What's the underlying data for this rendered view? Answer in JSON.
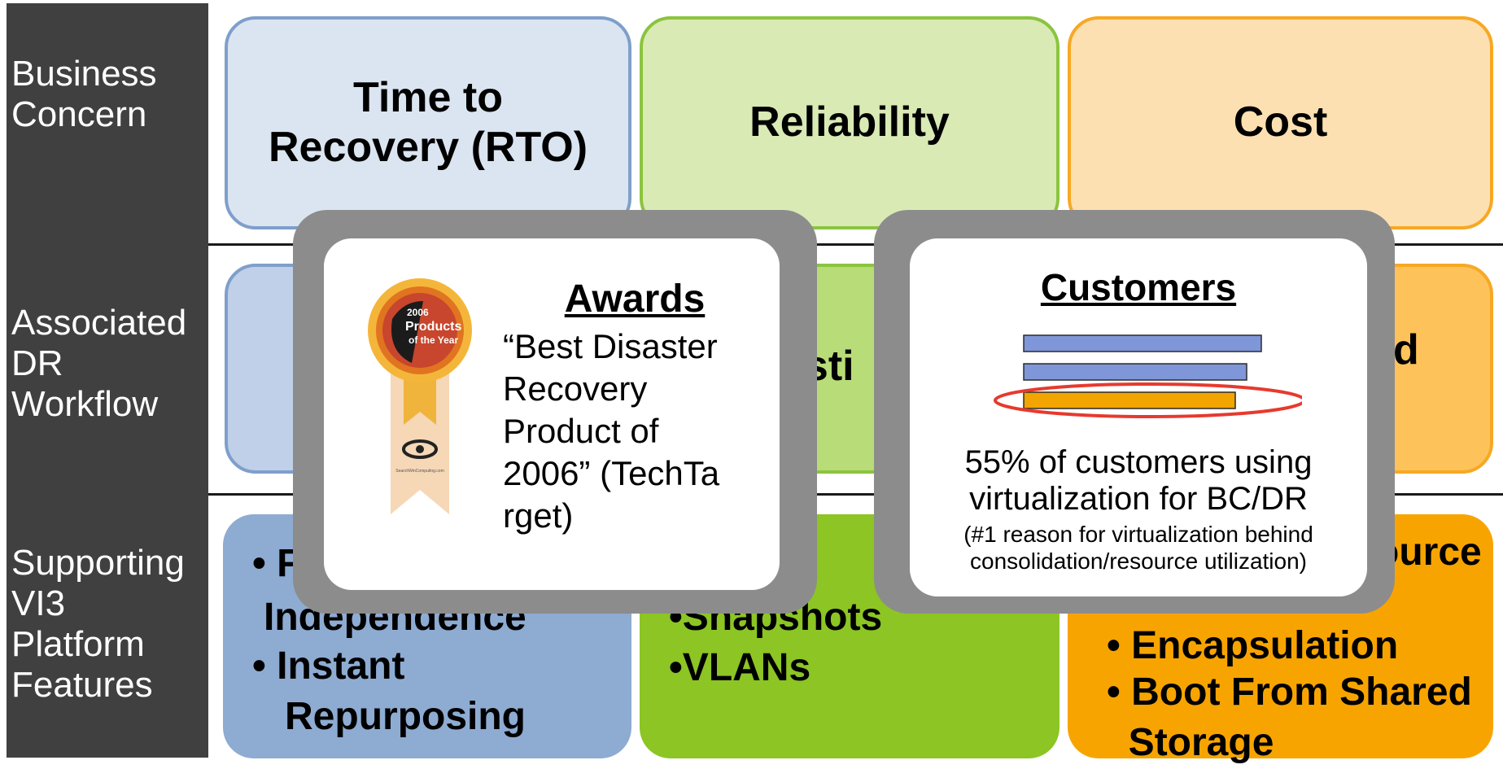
{
  "rows": {
    "business": "Business\nConcern",
    "workflow": "Associated\nDR\nWorkflow",
    "features": "Supporting\nVI3\nPlatform\nFeatures"
  },
  "concerns": {
    "rto": "Time to\nRecovery (RTO)",
    "reliability": "Reliability",
    "cost": "Cost"
  },
  "workflow": {
    "middle_visible": "esti",
    "right_visible": "d"
  },
  "features": {
    "left": {
      "frag1": "• F",
      "frag2": "Independence",
      "item2": "• Instant\n   Repurposing"
    },
    "middle": {
      "frag1": "•Snapshots",
      "item2": "•VLANs"
    },
    "right": {
      "frag1": "ource",
      "item2": "• Encapsulation",
      "item3": "• Boot From Shared\n  Storage"
    }
  },
  "awards": {
    "title": "Awards",
    "quote": "“Best Disaster\nRecovery\nProduct of\n2006” (TechTa\nrget)",
    "badge_line1": "2006",
    "badge_line2": "Products",
    "badge_line3": "of the Year",
    "badge_footer": "SearchWinComputing.com"
  },
  "customers": {
    "title": "Customers",
    "statement": "55% of customers using\nvirtualization for BC/DR",
    "note": "(#1 reason for virtualization behind\nconsolidation/resource utilization)"
  },
  "chart_data": {
    "type": "bar",
    "orientation": "horizontal",
    "values": [
      1.0,
      0.94,
      0.89
    ],
    "colors": [
      "#7f96d8",
      "#7f96d8",
      "#f2a400"
    ],
    "highlighted_index": 2,
    "highlight_color": "#e63a2e"
  },
  "colors": {
    "blue_fill": "#dbe5f1",
    "blue_border": "#7f9fcb",
    "green_fill": "#d9eab5",
    "green_border": "#8bc43f",
    "orange_fill": "#fde0b2",
    "orange_border": "#f7a823",
    "blue_dark": "#8eabd2",
    "green_dark": "#8cc524",
    "orange_dark": "#f8a400"
  }
}
